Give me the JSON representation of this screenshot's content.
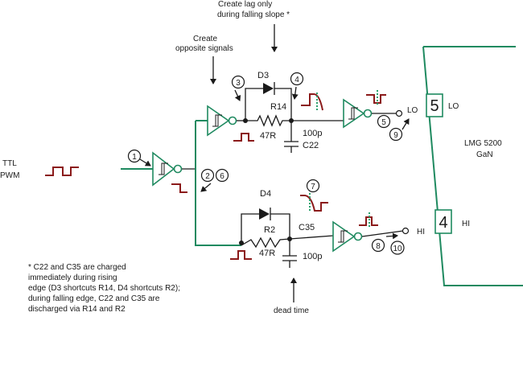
{
  "input": {
    "line1": "TTL",
    "line2": "PWM"
  },
  "annotations": {
    "lag_line1": "Create lag only",
    "lag_line2": "during falling slope *",
    "opposite_line1": "Create",
    "opposite_line2": "opposite signals",
    "dead_time": "dead time"
  },
  "components": {
    "d3": "D3",
    "d4": "D4",
    "r14": "R14",
    "r14_value": "47R",
    "r2": "R2",
    "r2_value": "47R",
    "c22_value": "100p",
    "c22": "C22",
    "c35": "C35",
    "c35_value": "100p"
  },
  "outputs": {
    "lo": "LO",
    "hi": "HI"
  },
  "chip": {
    "name_line1": "LMG 5200",
    "name_line2": "GaN",
    "pin_lo_num": "5",
    "pin_lo_label": "LO",
    "pin_hi_num": "4",
    "pin_hi_label": "HI"
  },
  "markers": [
    "1",
    "2",
    "3",
    "4",
    "5",
    "6",
    "7",
    "8",
    "9",
    "10"
  ],
  "note": [
    "* C22 and C35 are charged",
    "immediately during rising",
    "edge (D3 shortcuts R14, D4 shortcuts R2);",
    "during falling edge, C22 and C35 are",
    "discharged via R14 and R2"
  ],
  "colors": {
    "logic_gates": "#1f8a60",
    "waveforms": "#8b1a1a",
    "slow_edge": "#2ea26f",
    "wires": "#1a1a1a"
  }
}
